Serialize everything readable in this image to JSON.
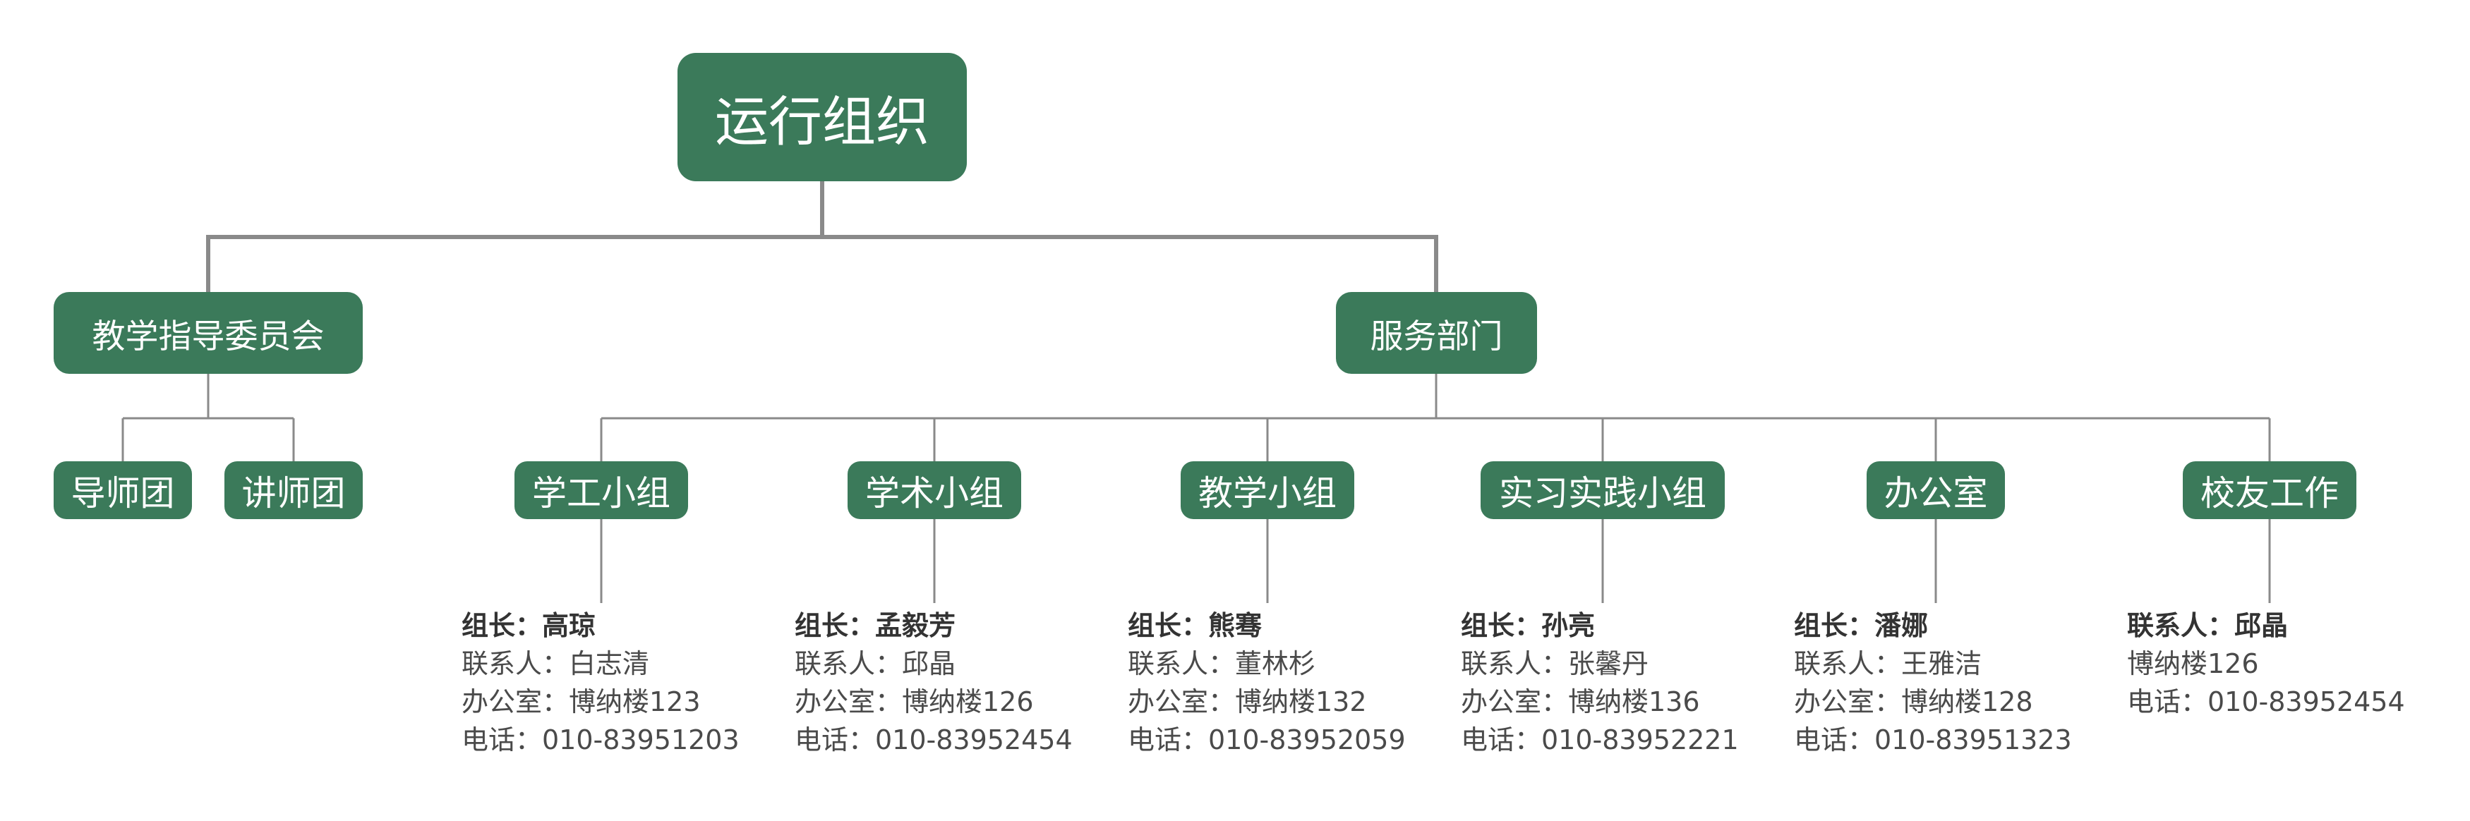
{
  "colors": {
    "node_fill": "#3b7a5a",
    "node_text": "#ffffff",
    "connector": "#8a8a8a",
    "info_text": "#4a4a4a"
  },
  "root": {
    "label": "运行组织"
  },
  "branches": {
    "jxzd": {
      "label": "教学指导委员会",
      "children": [
        "导师团",
        "讲师团"
      ]
    },
    "fwbm": {
      "label": "服务部门"
    }
  },
  "groups": [
    {
      "label": "学工小组",
      "lines": [
        "组长：高琼",
        "联系人：白志清",
        "办公室：博纳楼123",
        "电话：010-83951203"
      ]
    },
    {
      "label": "学术小组",
      "lines": [
        "组长：孟毅芳",
        "联系人：邱晶",
        "办公室：博纳楼126",
        "电话：010-83952454"
      ]
    },
    {
      "label": "教学小组",
      "lines": [
        "组长：熊骞",
        "联系人：董林杉",
        "办公室：博纳楼132",
        "电话：010-83952059"
      ]
    },
    {
      "label": "实习实践小组",
      "lines": [
        "组长：孙亮",
        "联系人：张馨丹",
        "办公室：博纳楼136",
        "电话：010-83952221"
      ]
    },
    {
      "label": "办公室",
      "lines": [
        "组长：潘娜",
        "联系人：王雅洁",
        "办公室：博纳楼128",
        "电话：010-83951323"
      ]
    },
    {
      "label": "校友工作",
      "lines": [
        "联系人：邱晶",
        "博纳楼126",
        "电话：010-83952454"
      ]
    }
  ]
}
